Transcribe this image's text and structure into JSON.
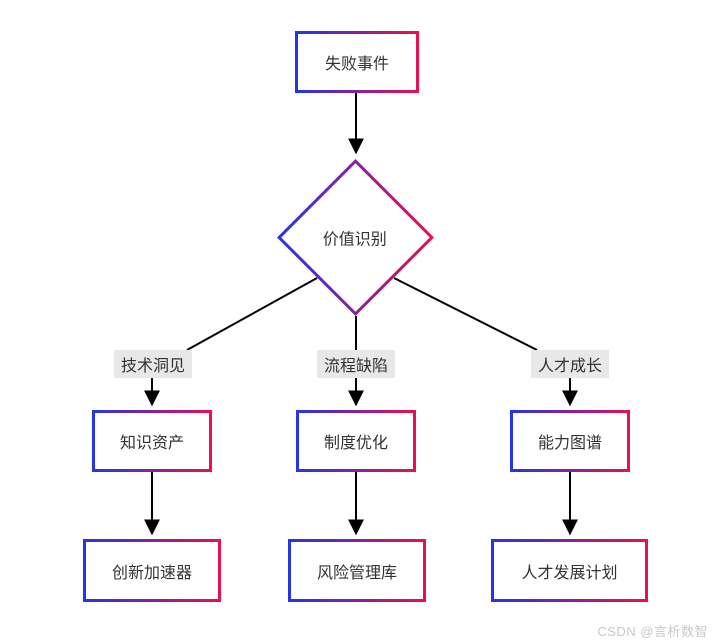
{
  "flowchart": {
    "root": {
      "label": "失败事件"
    },
    "decision": {
      "label": "价值识别"
    },
    "branches": [
      {
        "edge_label": "技术洞见",
        "node_label": "知识资产",
        "child_label": "创新加速器"
      },
      {
        "edge_label": "流程缺陷",
        "node_label": "制度优化",
        "child_label": "风险管理库"
      },
      {
        "edge_label": "人才成长",
        "node_label": "能力图谱",
        "child_label": "人才发展计划"
      }
    ],
    "colors": {
      "node_border_gradient_start": "#2136e8",
      "node_border_gradient_end": "#ea0f50",
      "edge_line": "#000000",
      "edge_label_background": "#e8e8e8",
      "node_background": "#ffffff",
      "text": "#333333"
    }
  },
  "watermark": {
    "text": "CSDN @言析数智"
  }
}
